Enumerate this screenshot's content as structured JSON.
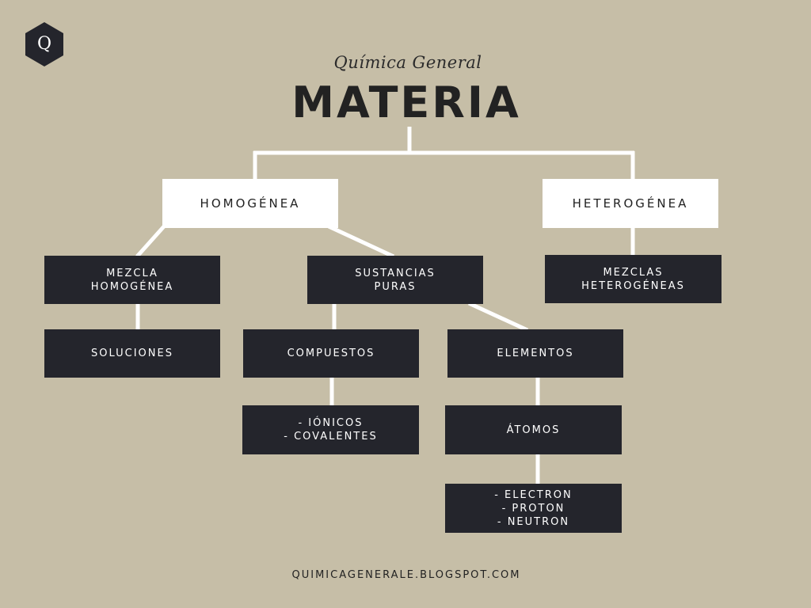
{
  "logo": {
    "letter": "Q",
    "icon": "hexagon-logo-icon",
    "color": "#24252c"
  },
  "header": {
    "subtitle": "Química General",
    "title": "MATERIA"
  },
  "nodes": {
    "homogenea": "HOMOGÉNEA",
    "heterogenea": "HETEROGÉNEA",
    "mezcla_homogenea": "MEZCLA\nHOMOGÉNEA",
    "sustancias_puras": "SUSTANCIAS\nPURAS",
    "mezclas_heterogeneas": "MEZCLAS\nHETEROGÉNEAS",
    "soluciones": "SOLUCIONES",
    "compuestos": "COMPUESTOS",
    "elementos": "ELEMENTOS",
    "ionicos_covalentes": "- IÓNICOS\n- COVALENTES",
    "atomos": "ÁTOMOS",
    "particulas": "- ELECTRON\n- PROTON\n- NEUTRON"
  },
  "footer": {
    "url": "QUIMICAGENERALE.BLOGSPOT.COM"
  },
  "colors": {
    "background": "#c6bea7",
    "dark_box": "#24252c",
    "light_box": "#ffffff",
    "connector": "#ffffff"
  }
}
